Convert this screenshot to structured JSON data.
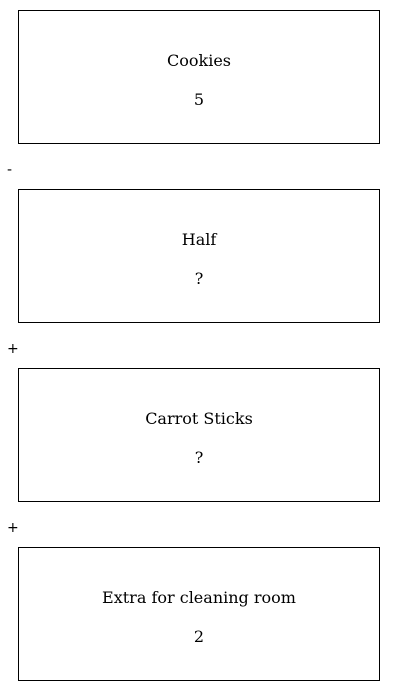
{
  "cards": [
    {
      "title": "Cookies",
      "value": "5"
    },
    {
      "title": "Half",
      "value": "?"
    },
    {
      "title": "Carrot Sticks",
      "value": "?"
    },
    {
      "title": "Extra for cleaning room",
      "value": "2"
    }
  ],
  "operators": [
    "-",
    "+",
    "+"
  ]
}
